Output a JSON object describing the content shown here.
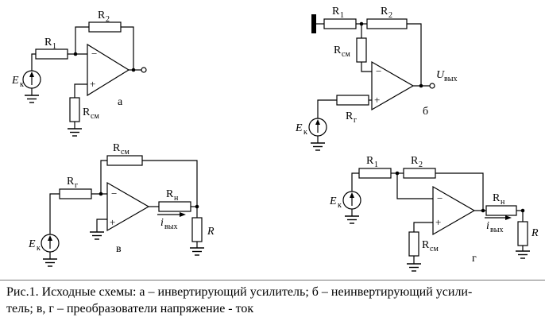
{
  "figure": {
    "circuit_tags": {
      "a": "а",
      "b": "б",
      "v": "в",
      "g": "г"
    },
    "component_labels": {
      "R": "R",
      "sub_1": "1",
      "sub_2": "2",
      "sub_sm": "см",
      "sub_g": "г",
      "sub_n": "н",
      "R_load": "R",
      "E": "E",
      "sub_k": "к",
      "U": "U",
      "i": "i",
      "sub_out": "вых",
      "minus": "−",
      "plus": "+"
    }
  },
  "caption": {
    "line1": "Рис.1. Исходные схемы: а – инвертирующий усилитель; б – неинвертирующий усили-",
    "line2": "тель;  в, г – преобразователи напряжение - ток"
  }
}
